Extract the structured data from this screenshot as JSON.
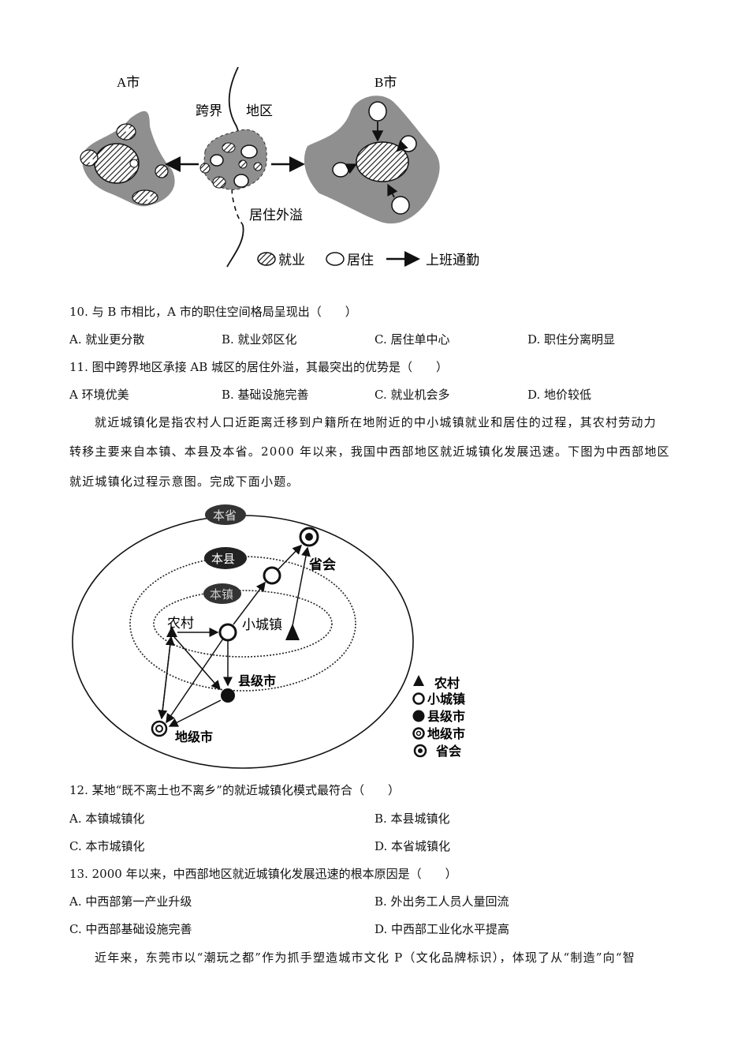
{
  "figure1": {
    "city_a_label": "A市",
    "city_b_label": "B市",
    "cross_label_left": "跨界",
    "cross_label_right": "地区",
    "overflow_label": "居住外溢",
    "legend": {
      "employment": "就业",
      "residence": "居住",
      "commute": "上班通勤"
    }
  },
  "q10": {
    "stem": "10. 与 B 市相比，A 市的职住空间格局呈现出（　　）",
    "options": [
      "A. 就业更分散",
      "B. 就业郊区化",
      "C. 居住单中心",
      "D. 职住分离明显"
    ]
  },
  "q11": {
    "stem": "11. 图中跨界地区承接 AB 城区的居住外溢，其最突出的优势是（　　）",
    "options": [
      "A  环境优美",
      "B. 基础设施完善",
      "C. 就业机会多",
      "D. 地价较低"
    ]
  },
  "passage1": {
    "lines": [
      "就近城镇化是指农村人口近距离迁移到户籍所在地附近的中小城镇就业和居住的过程，其农村劳动力",
      "转移主要来自本镇、本县及本省。2000 年以来，我国中西部地区就近城镇化发展迅速。下图为中西部地区",
      "就近城镇化过程示意图。完成下面小题。"
    ]
  },
  "figure2": {
    "ring_labels": [
      "本省",
      "本县",
      "本镇"
    ],
    "node_labels": {
      "village": "农村",
      "small_town": "小城镇",
      "county_city": "县级市",
      "prefecture_city": "地级市",
      "provincial_capital": "省会"
    },
    "legend": [
      "农村",
      "小城镇",
      "县级市",
      "地级市",
      "省会"
    ]
  },
  "q12": {
    "stem": "12. 某地“既不离土也不离乡”的就近城镇化模式最符合（　　）",
    "options": [
      "A. 本镇城镇化",
      "B. 本县城镇化",
      "C. 本市城镇化",
      "D. 本省城镇化"
    ]
  },
  "q13": {
    "stem": "13. 2000 年以来，中西部地区就近城镇化发展迅速的根本原因是（　　）",
    "options": [
      "A. 中西部第一产业升级",
      "B. 外出务工人员人量回流",
      "C. 中西部基础设施完善",
      "D. 中西部工业化水平提高"
    ]
  },
  "passage2": {
    "lines": [
      "近年来，东莞市以“潮玩之都”作为抓手塑造城市文化 P（文化品牌标识），体现了从“制造”向“智"
    ]
  }
}
